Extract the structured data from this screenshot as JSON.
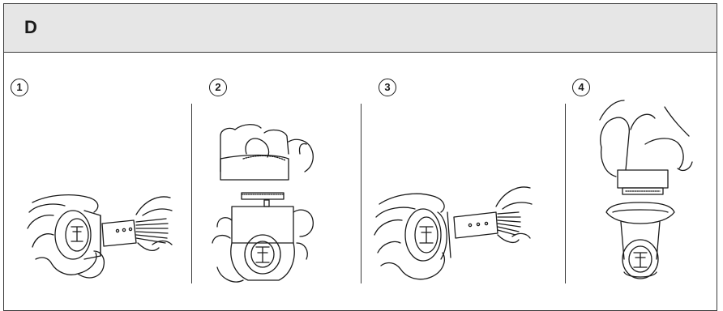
{
  "section": {
    "letter": "D"
  },
  "steps": [
    {
      "number": "1",
      "illustration": "hands-brushing-shaver-head-icon"
    },
    {
      "number": "2",
      "illustration": "hands-detaching-cutter-from-head-icon"
    },
    {
      "number": "3",
      "illustration": "hands-brushing-inner-head-icon"
    },
    {
      "number": "4",
      "illustration": "hands-attaching-comb-to-trimmer-icon"
    }
  ],
  "colors": {
    "header_bg": "#e6e6e6",
    "line": "#1a1a1a",
    "border": "#3a3a3a"
  }
}
